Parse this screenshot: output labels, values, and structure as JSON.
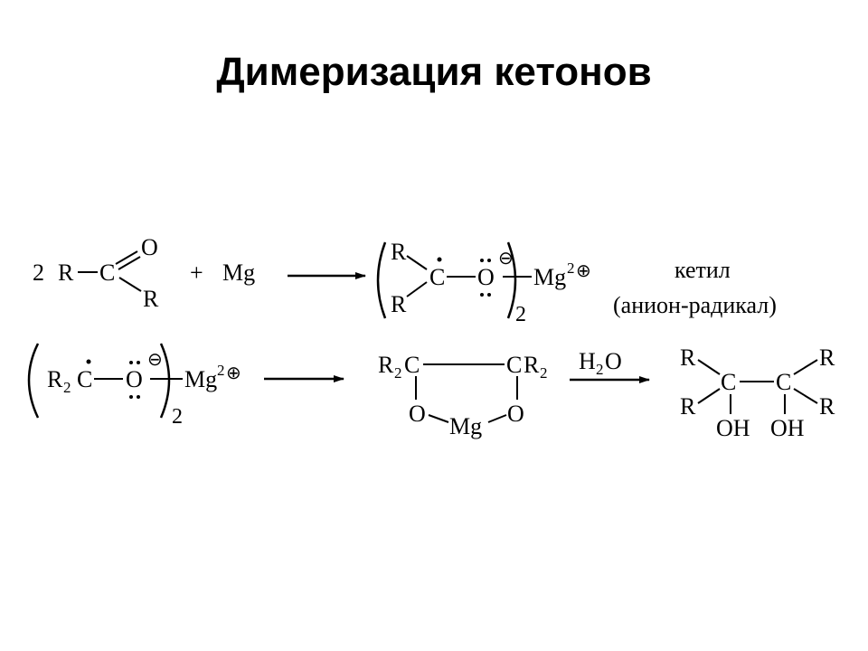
{
  "slide": {
    "title": "Димеризация кетонов"
  },
  "reaction1": {
    "coefficient": "2",
    "ketone": {
      "r1": "R",
      "carbon": "C",
      "oxygen": "O",
      "r2": "R"
    },
    "plus": "+",
    "metal": "Mg",
    "ketyl": {
      "r_top": "R",
      "r_bottom": "R",
      "carbon": "C",
      "oxygen": "O",
      "charge_minus": "⊖",
      "metal": "Mg",
      "metal_sup": "2",
      "charge_plus": "⊕",
      "subscript": "2"
    },
    "label_line1": "кетил",
    "label_line2": "(анион-радикал)"
  },
  "reaction2": {
    "ketyl": {
      "r2": "R",
      "r2_sub": "2",
      "carbon": "C",
      "oxygen": "O",
      "charge_minus": "⊖",
      "metal": "Mg",
      "metal_sup": "2",
      "charge_plus": "⊕",
      "subscript": "2"
    },
    "chelate": {
      "left_group": "R",
      "left_sub": "2",
      "left_c": "C",
      "right_c": "C",
      "right_group": "R",
      "right_sub": "2",
      "left_o": "O",
      "metal": "Mg",
      "right_o": "O"
    },
    "reagent": {
      "h": "H",
      "h_sub": "2",
      "o": "O"
    },
    "diol": {
      "r_tl": "R",
      "r_bl": "R",
      "r_tr": "R",
      "r_br": "R",
      "c_left": "C",
      "c_right": "C",
      "oh_left": "OH",
      "oh_right": "OH"
    }
  }
}
